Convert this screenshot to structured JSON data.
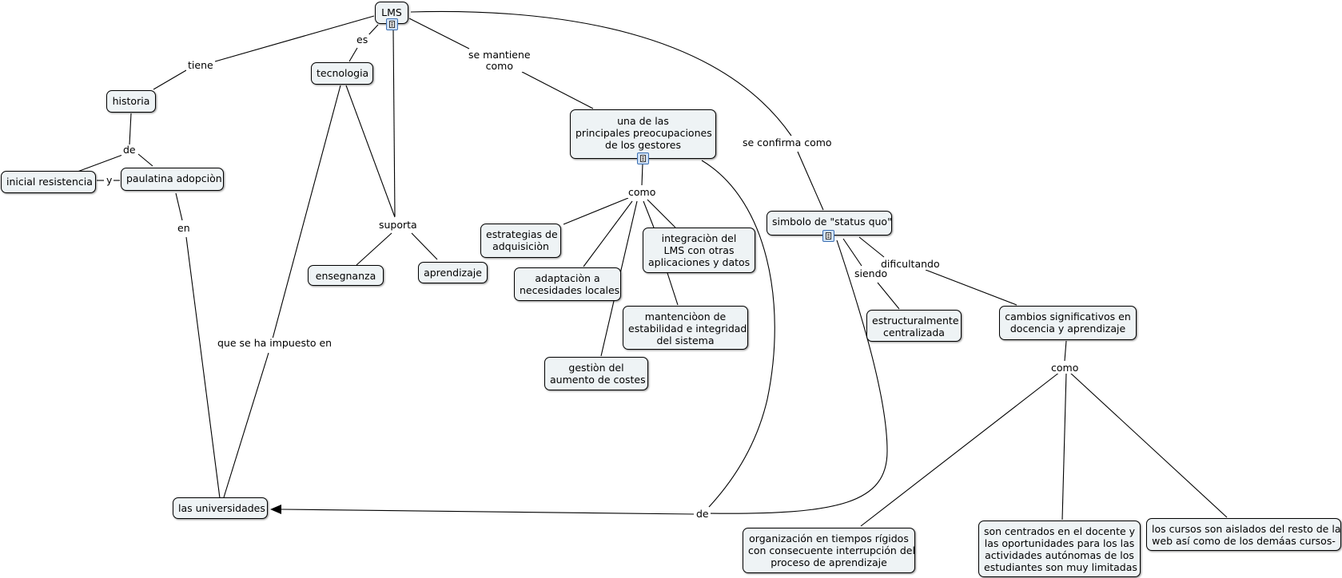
{
  "nodes": {
    "lms": "LMS",
    "tecnologia": "tecnologia",
    "historia": "historia",
    "inicial_resistencia": "inicial resistencia",
    "paulatina_adopcion": "paulatina adopciòn",
    "las_universidades": "las universidades",
    "ensegnanza": "ensegnanza",
    "aprendizaje": "aprendizaje",
    "preocupaciones": [
      "una de las",
      "principales preocupaciones",
      "de los gestores"
    ],
    "estrategias": [
      "estrategias de",
      "adquisiciòn"
    ],
    "adaptacion": [
      "adaptaciòn a",
      "necesidades locales"
    ],
    "integracion": [
      "integraciòn del",
      "LMS con otras",
      "aplicaciones y datos"
    ],
    "mantencion": [
      "mantenciòon de",
      "estabilidad e integridad",
      "del sistema"
    ],
    "gestion": [
      "gestiòn del",
      "aumento de costes"
    ],
    "simbolo": "simbolo de \"status quo\"",
    "estructuralmente": [
      "estructuralmente",
      "centralizada"
    ],
    "cambios": [
      "cambios significativos en",
      "docencia y aprendizaje"
    ],
    "organizacion": [
      "organización en tiempos rígidos",
      "con consecuente interrupción del",
      "proceso de aprendizaje"
    ],
    "centrados": [
      "son centrados en el docente y",
      "las oportunidades para los las",
      "actividades autónomas de los",
      "estudiantes son muy limitadas"
    ],
    "cursos": [
      "los cursos son aislados del resto de la",
      "web así como de los demáas cursos-"
    ]
  },
  "links": {
    "tiene": "tiene",
    "es": "es",
    "se_mantiene": [
      "se mantiene",
      "como"
    ],
    "se_confirma": "se confirma como",
    "de_historia": "de",
    "y": "y",
    "en": "en",
    "que_se_ha": "que se ha impuesto en",
    "suporta": "suporta",
    "como_1": "como",
    "siendo": "siendo",
    "dificultando": "dificultando",
    "como_2": "como",
    "de_bottom": "de"
  },
  "resource_icons": [
    "document-icon",
    "document-icon",
    "document-icon"
  ]
}
